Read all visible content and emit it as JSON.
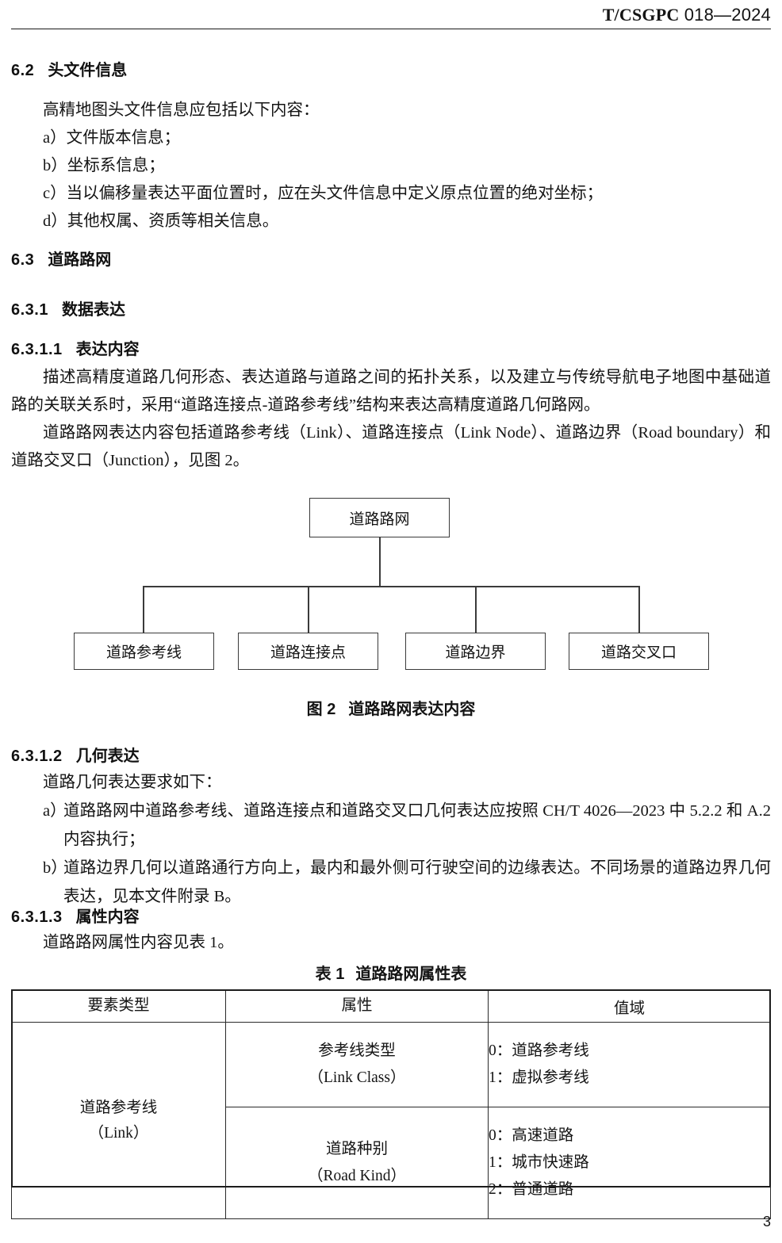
{
  "header": {
    "standard_code_bold": "T/CSGPC",
    "standard_code_num": " 018—2024"
  },
  "sections": {
    "s62": {
      "number": "6.2",
      "title": "头文件信息",
      "intro": "高精地图头文件信息应包括以下内容：",
      "items": [
        "a）文件版本信息；",
        "b）坐标系信息；",
        "c）当以偏移量表达平面位置时，应在头文件信息中定义原点位置的绝对坐标；",
        "d）其他权属、资质等相关信息。"
      ]
    },
    "s63": {
      "number": "6.3",
      "title": "道路路网"
    },
    "s631": {
      "number": "6.3.1",
      "title": "数据表达"
    },
    "s6311": {
      "number": "6.3.1.1",
      "title": "表达内容",
      "para1": "描述高精度道路几何形态、表达道路与道路之间的拓扑关系，以及建立与传统导航电子地图中基础道路的关联关系时，采用“道路连接点-道路参考线”结构来表达高精度道路几何路网。",
      "para2": "道路路网表达内容包括道路参考线（Link）、道路连接点（Link Node）、道路边界（Road boundary）和道路交叉口（Junction），见图 2。"
    },
    "s6312": {
      "number": "6.3.1.2",
      "title": "几何表达",
      "intro": "道路几何表达要求如下：",
      "items": [
        {
          "marker": "a）",
          "text": "道路路网中道路参考线、道路连接点和道路交叉口几何表达应按照 CH/T 4026—2023 中 5.2.2 和 A.2 内容执行；"
        },
        {
          "marker": "b）",
          "text": "道路边界几何以道路通行方向上，最内和最外侧可行驶空间的边缘表达。不同场景的道路边界几何表达，见本文件附录 B。"
        }
      ]
    },
    "s6313": {
      "number": "6.3.1.3",
      "title": "属性内容",
      "para1": "道路路网属性内容见表 1。"
    }
  },
  "figure2": {
    "caption_number": "图 2",
    "caption_title": "道路路网表达内容",
    "root": "道路路网",
    "children": [
      "道路参考线",
      "道路连接点",
      "道路边界",
      "道路交叉口"
    ]
  },
  "table1": {
    "caption_number": "表 1",
    "caption_title": "道路路网属性表",
    "headers": [
      "要素类型",
      "属性",
      "值域"
    ],
    "rows": [
      {
        "element_cn": "道路参考线",
        "element_en": "（Link）",
        "attributes": [
          {
            "name_cn": "参考线类型",
            "name_en": "（Link Class）",
            "values": [
              "0：道路参考线",
              "1：虚拟参考线"
            ]
          },
          {
            "name_cn": "道路种别",
            "name_en": "（Road Kind）",
            "values": [
              "0：高速道路",
              "1：城市快速路",
              "2：普通道路"
            ]
          }
        ]
      }
    ]
  },
  "footer": {
    "page_number": "3"
  }
}
